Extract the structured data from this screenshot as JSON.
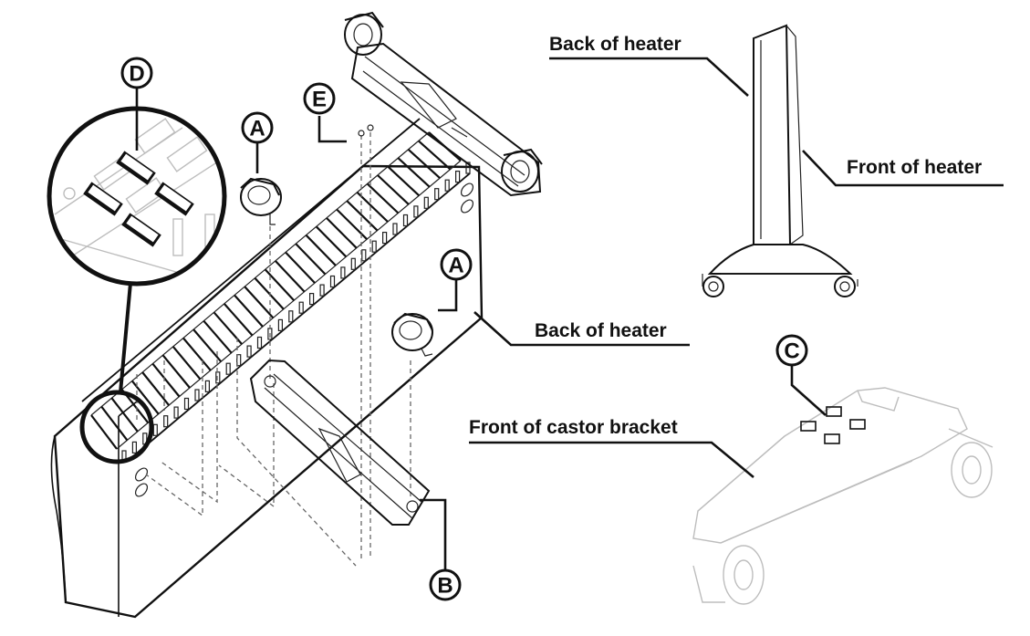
{
  "labels": {
    "back_of_heater_top": "Back of heater",
    "front_of_heater": "Front of heater",
    "back_of_heater_mid": "Back of heater",
    "front_of_castor_bracket": "Front of castor bracket"
  },
  "callouts": {
    "a_upper": "A",
    "a_lower": "A",
    "b": "B",
    "c": "C",
    "d": "D",
    "e": "E"
  }
}
